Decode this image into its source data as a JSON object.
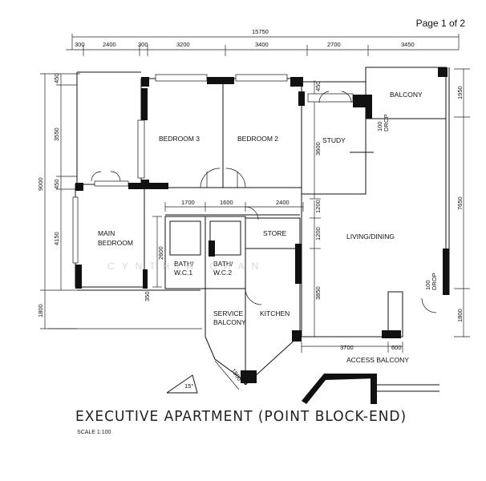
{
  "page_label": "Page 1 of 2",
  "title": "EXECUTIVE APARTMENT (POINT BLOCK-END)",
  "scale": "SCALE 1:100",
  "watermark": "CYNTHIA CHAN",
  "rooms": {
    "bedroom3": "BEDROOM 3",
    "bedroom2": "BEDROOM 2",
    "study": "STUDY",
    "balcony": "BALCONY",
    "main_bedroom_1": "MAIN",
    "main_bedroom_2": "BEDROOM",
    "store": "STORE",
    "living_dining": "LIVING/DINING",
    "bath1_1": "BATH/",
    "bath1_2": "W.C.1",
    "bath2_1": "BATH/",
    "bath2_2": "W.C.2",
    "service_1": "SERVICE",
    "service_2": "BALCONY",
    "kitchen": "KITCHEN",
    "access_balcony": "ACCESS BALCONY"
  },
  "dimensions": {
    "overall_width": "15750",
    "top_300a": "300",
    "top_2400": "2400",
    "top_300b": "300",
    "top_3200": "3200",
    "top_3400": "3400",
    "top_2700": "2700",
    "top_3450": "3450",
    "left_450a": "450",
    "left_3550": "3550",
    "left_450b": "450",
    "left_4150": "4150",
    "left_9000": "9000",
    "left_1800": "1800",
    "right_1950": "1950",
    "right_7650": "7650",
    "right_1800": "1800",
    "study_450": "450",
    "study_3600": "3600",
    "mid_1200a": "1200",
    "mid_1200b": "1200",
    "mid_3850": "3850",
    "h_1700": "1700",
    "h_1600": "1600",
    "h_2400": "2400",
    "bath_2600": "2600",
    "bath_350": "350",
    "bottom_3700": "3700",
    "bottom_600": "600",
    "diag_1800": "1800",
    "angle": "15°"
  },
  "drops": {
    "balcony_drop_1": "100",
    "balcony_drop_2": "DROP",
    "living_drop_1": "100",
    "living_drop_2": "DROP"
  }
}
